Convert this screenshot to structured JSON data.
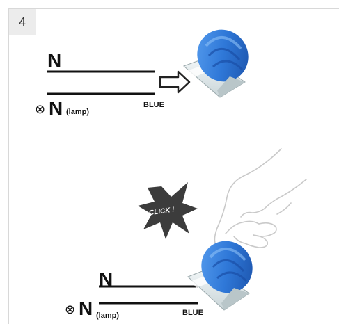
{
  "step": {
    "number": "4"
  },
  "top": {
    "wire_neutral_label": "N",
    "wire_lamp_symbol": "⊗",
    "wire_lamp_label": "N",
    "wire_lamp_sub": "(lamp)",
    "wire_color_label": "BLUE"
  },
  "bottom": {
    "burst_text": "CLICK !",
    "wire_neutral_label": "N",
    "wire_lamp_symbol": "⊗",
    "wire_lamp_label": "N",
    "wire_lamp_sub": "(lamp)",
    "wire_color_label": "BLUE"
  },
  "colors": {
    "connector_blue": "#2f78d8",
    "connector_blue_dark": "#1c56b0",
    "connector_clear": "#dfe8ea",
    "burst": "#3c3c3c",
    "wire": "#111111"
  }
}
